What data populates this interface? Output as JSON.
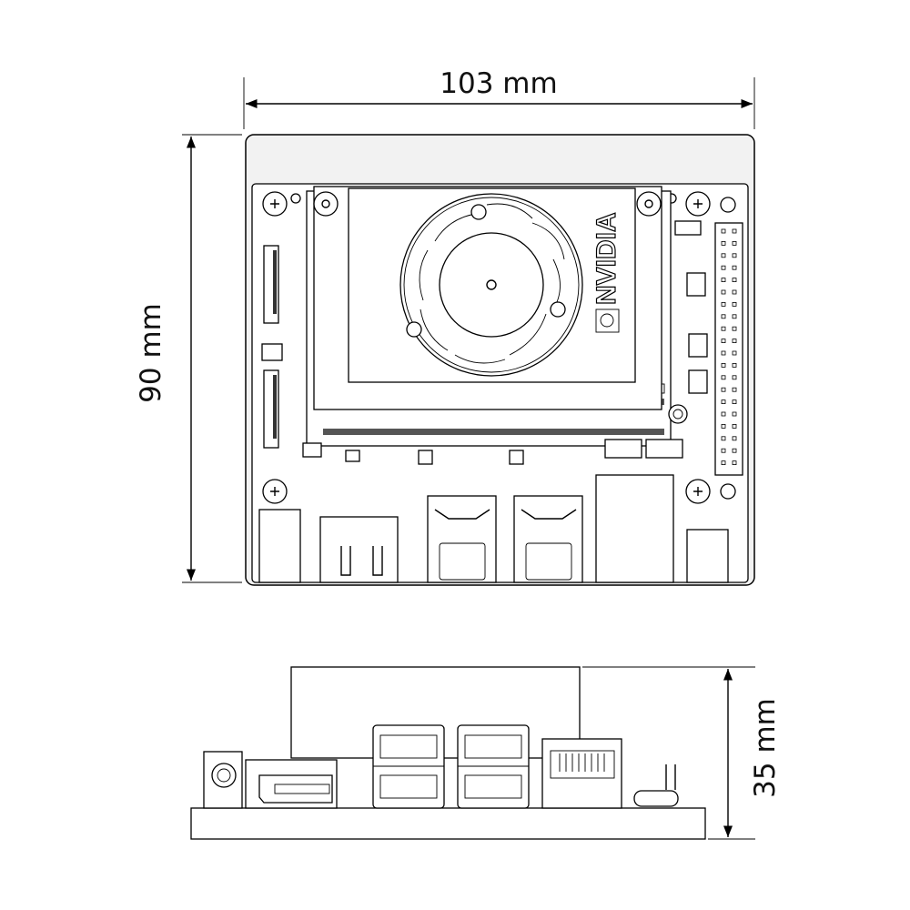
{
  "dimensions": {
    "width_label": "103 mm",
    "height_label": "90 mm",
    "depth_label": "35 mm"
  },
  "module": {
    "logo_text": "NVIDIA"
  }
}
